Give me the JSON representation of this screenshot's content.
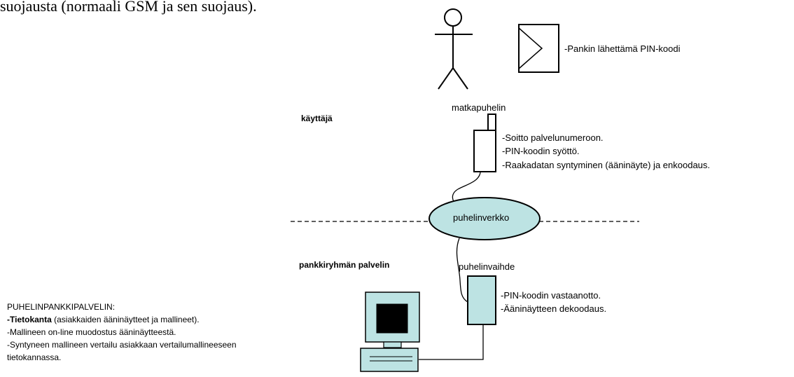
{
  "top_text": "suojausta (normaali GSM ja sen suojaus).",
  "labels": {
    "pin_legend": "-Pankin lähettämä PIN-koodi",
    "user": "käyttäjä",
    "phone": "matkapuhelin",
    "network": "puhelinverkko",
    "bank_server": "pankkiryhmän palvelin",
    "exchange": "puhelinvaihde"
  },
  "phone_steps": [
    "-Soitto palvelunumeroon.",
    "-PIN-koodin syöttö.",
    "-Raakadatan syntyminen (ääninäyte) ja enkoodaus."
  ],
  "exchange_steps": [
    "-PIN-koodin vastaanotto.",
    "-Ääninäytteen dekoodaus."
  ],
  "service": {
    "title": "PUHELINPANKKIPALVELIN:",
    "items": [
      {
        "bold": "-Tietokanta",
        "rest": " (asiakkaiden ääninäytteet ja mallineet)."
      },
      {
        "bold": "",
        "rest": "-Mallineen on-line muodostus ääninäytteestä."
      },
      {
        "bold": "",
        "rest": "-Syntyneen mallineen vertailu asiakkaan vertailumallineeseen"
      },
      {
        "bold": "",
        "rest": " tietokannassa."
      }
    ]
  },
  "colors": {
    "node_fill": "#bde3e3",
    "line": "#000000"
  }
}
